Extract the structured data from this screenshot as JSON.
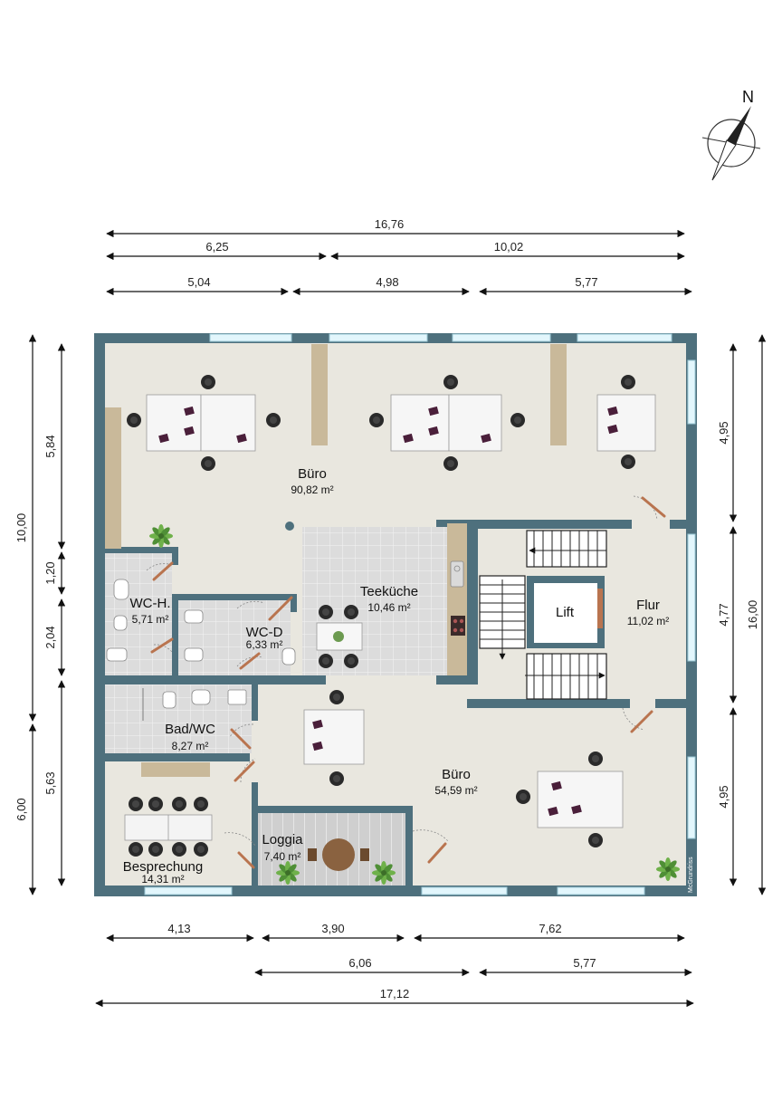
{
  "compass": {
    "north_label": "N",
    "icon": "compass-rose-icon"
  },
  "watermark": "McGrundriss",
  "colors": {
    "wall": "#4d6f7c",
    "floor": "#e8e6de",
    "tile": "#d8d8d8",
    "wood": "#c9b99a",
    "window": "#dff4fb",
    "door": "#b9744f",
    "desk": "#f4f4f4",
    "chair": "#2a2a2a",
    "accent_purple": "#4a1f3a",
    "plant": "#5a9a3c"
  },
  "dimensions": {
    "top_total": "16,76",
    "top_left": "6,25",
    "top_right": "10,02",
    "top_seg_1": "5,04",
    "top_seg_2": "4,98",
    "top_seg_3": "5,77",
    "left_total_upper": "10,00",
    "left_total_lower": "6,00",
    "left_seg_1": "5,84",
    "left_seg_2": "1,20",
    "left_seg_3": "2,04",
    "left_seg_4": "5,63",
    "right_total": "16,00",
    "right_seg_1": "4,95",
    "right_seg_2": "4,77",
    "right_seg_3": "4,95",
    "bottom_seg_1": "4,13",
    "bottom_seg_2": "3,90",
    "bottom_seg_3": "7,62",
    "bottom_mid_1": "6,06",
    "bottom_mid_2": "5,77",
    "bottom_total": "17,12"
  },
  "rooms": {
    "buero_top": {
      "name": "Büro",
      "area": "90,82 m²"
    },
    "teekueche": {
      "name": "Teeküche",
      "area": "10,46 m²"
    },
    "lift": {
      "name": "Lift"
    },
    "flur": {
      "name": "Flur",
      "area": "11,02 m²"
    },
    "wc_h": {
      "name": "WC-H.",
      "area": "5,71 m²"
    },
    "wc_d": {
      "name": "WC-D",
      "area": "6,33 m²"
    },
    "bad_wc": {
      "name": "Bad/WC",
      "area": "8,27 m²"
    },
    "buero_bottom": {
      "name": "Büro",
      "area": "54,59 m²"
    },
    "besprechung": {
      "name": "Besprechung",
      "area": "14,31 m²"
    },
    "loggia": {
      "name": "Loggia",
      "area": "7,40 m²"
    }
  }
}
